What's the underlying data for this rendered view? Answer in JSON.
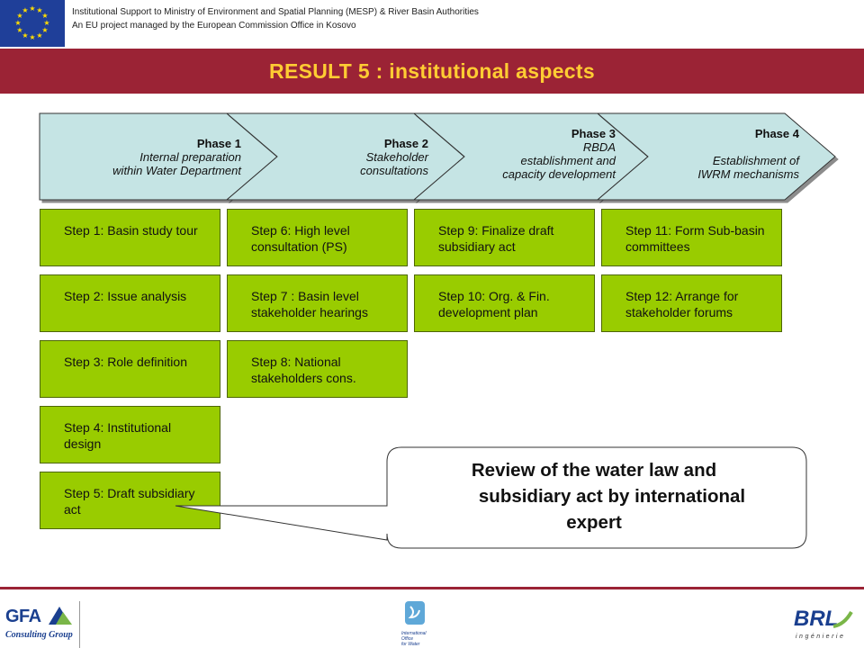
{
  "header": {
    "line1": "Institutional Support to Ministry of Environment and Spatial Planning  (MESP) & River Basin Authorities",
    "line2": "An EU project managed by the European Commission Office in Kosovo"
  },
  "title": "RESULT 5 : institutional aspects",
  "phases": [
    {
      "name": "Phase 1",
      "lines": [
        "Internal preparation",
        "within Water Department"
      ]
    },
    {
      "name": "Phase 2",
      "lines": [
        "Stakeholder",
        "consultations"
      ]
    },
    {
      "name": "Phase 3",
      "lines": [
        "RBDA",
        "establishment and",
        "capacity development"
      ]
    },
    {
      "name": "Phase 4",
      "lines": [
        "Establishment of",
        "IWRM  mechanisms"
      ]
    }
  ],
  "steps": {
    "col1": [
      "Step 1:  Basin study tour",
      "Step 2:  Issue analysis",
      "Step 3: Role definition",
      "Step 4: Institutional design",
      "Step 5: Draft subsidiary act"
    ],
    "col2": [
      "Step 6: High level consultation (PS)",
      "Step 7 : Basin level stakeholder hearings",
      "Step 8: National stakeholders cons."
    ],
    "col3": [
      "Step 9:  Finalize draft subsidiary act",
      "Step 10: Org. & Fin. development plan"
    ],
    "col4": [
      "Step 11: Form Sub-basin committees",
      "Step 12: Arrange for stakeholder forums"
    ]
  },
  "callout": {
    "line1": "Review of the water law and",
    "line2": "subsidiary act by international",
    "line3": "expert"
  },
  "footer": {
    "gfa_name": "GFA",
    "gfa_sub": "Consulting Group",
    "iow_line1": "International",
    "iow_line2": "Office",
    "iow_line3": "for Water",
    "brl_name": "BRL",
    "brl_sub": "ingénierie"
  },
  "colors": {
    "title_bar": "#9b2335",
    "title_text": "#ffcc33",
    "phase_fill": "#c5e4e4",
    "step_fill": "#99cc00",
    "eu_blue": "#1f3f99"
  }
}
